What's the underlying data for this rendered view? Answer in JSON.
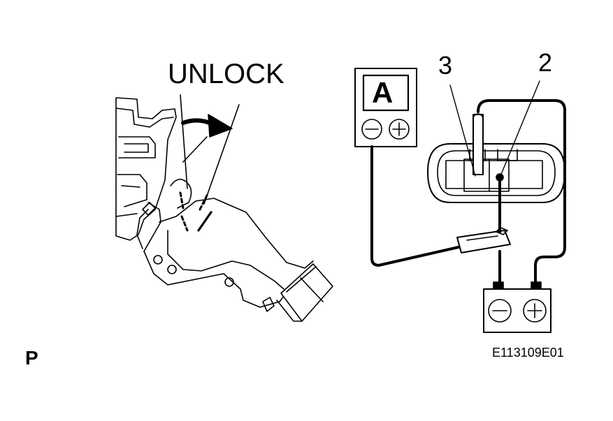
{
  "labels": {
    "direction": "UNLOCK",
    "terminal_3": "3",
    "terminal_2": "2",
    "ammeter_symbol": "A",
    "corner_mark": "P",
    "figure_code": "E113109E01"
  },
  "icons": {
    "ammeter": "ammeter-icon",
    "battery": "battery-icon",
    "connector": "connector-icon",
    "door_lock": "door-lock-icon",
    "arrow": "curved-arrow-icon"
  },
  "colors": {
    "line": "#000000",
    "background": "#ffffff"
  }
}
